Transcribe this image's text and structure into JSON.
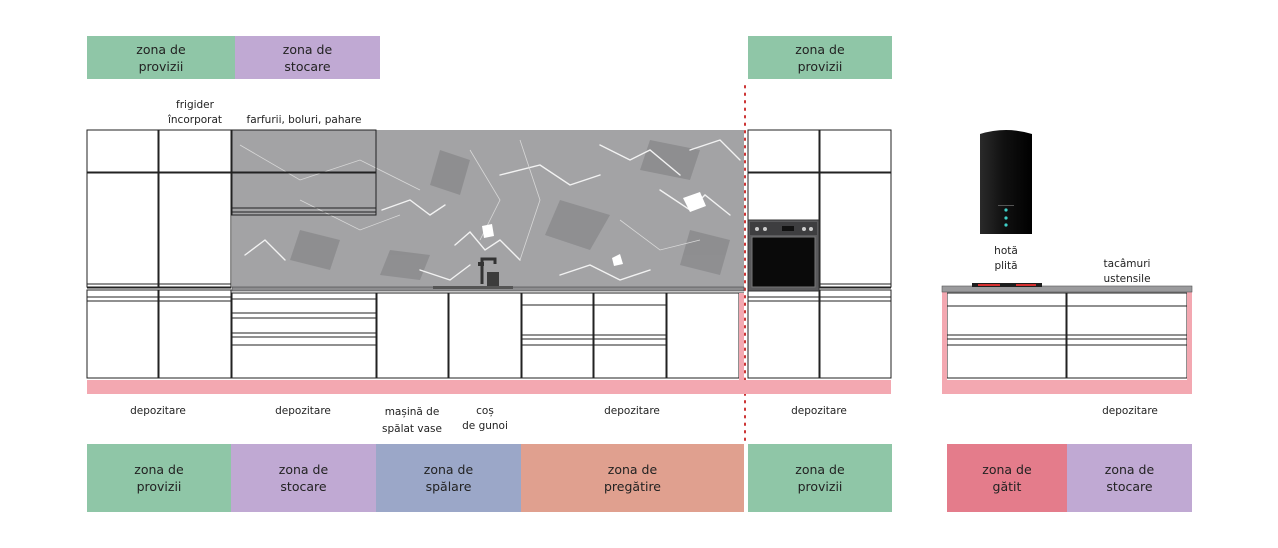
{
  "colors": {
    "provizii": "#8fc6a7",
    "stocare": "#c0a9d3",
    "spalare": "#9ba7c8",
    "pregatire": "#e0a08f",
    "gatit": "#e47c8b",
    "plinth": "#f3a8b1",
    "divider": "#cc3333"
  },
  "top_zones": {
    "provizii_1": [
      "zona de",
      "provizii"
    ],
    "stocare_1": [
      "zona de",
      "stocare"
    ],
    "provizii_2": [
      "zona de",
      "provizii"
    ]
  },
  "labels": {
    "frigider": [
      "frigider",
      "încorporat"
    ],
    "farfurii": "farfurii, boluri, pahare",
    "hota": [
      "hotă",
      "plită"
    ],
    "tacamuri": [
      "tacâmuri",
      "ustensile"
    ],
    "depozitare_1": "depozitare",
    "depozitare_2": "depozitare",
    "masina": [
      "mașină de",
      "spălat vase"
    ],
    "cos": [
      "coș",
      "de gunoi"
    ],
    "depozitare_3": "depozitare",
    "depozitare_4": "depozitare",
    "depozitare_5": "depozitare"
  },
  "bottom_zones": {
    "provizii_1": [
      "zona de",
      "provizii"
    ],
    "stocare_1": [
      "zona de",
      "stocare"
    ],
    "spalare": [
      "zona de",
      "spălare"
    ],
    "pregatire": [
      "zona de",
      "pregătire"
    ],
    "provizii_2": [
      "zona de",
      "provizii"
    ],
    "gatit": [
      "zona de",
      "gătit"
    ],
    "stocare_2": [
      "zona de",
      "stocare"
    ]
  }
}
